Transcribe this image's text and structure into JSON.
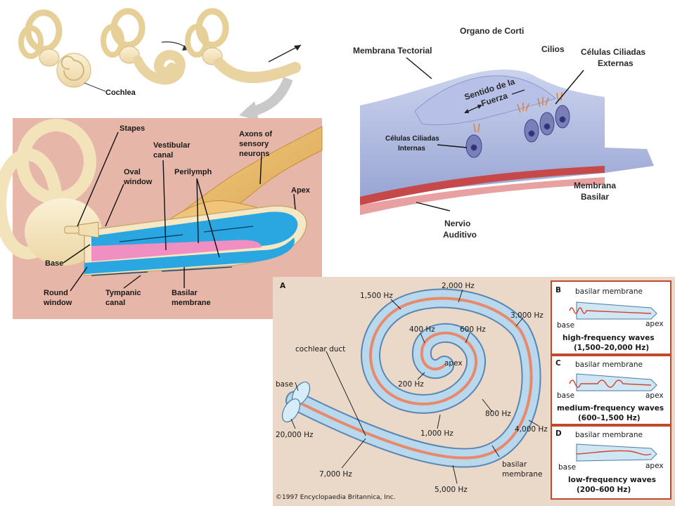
{
  "top_left": {
    "cochlea_label": "Cochlea"
  },
  "middle_left": {
    "stapes": "Stapes",
    "vestibular_canal": [
      "Vestibular",
      "canal"
    ],
    "axons": [
      "Axons of",
      "sensory",
      "neurons"
    ],
    "oval_window": [
      "Oval",
      "window"
    ],
    "perilymph": "Perilymph",
    "apex": "Apex",
    "base": "Base",
    "round_window": [
      "Round",
      "window"
    ],
    "tympanic_canal": [
      "Tympanic",
      "canal"
    ],
    "basilar_membrane": [
      "Basilar",
      "membrane"
    ],
    "colors": {
      "bg": "#e6b7a8",
      "canal_blue": "#2aa6e0",
      "canal_pink": "#ef8fc2",
      "bone": "#f4e6bf",
      "nerve": "#e8b968"
    }
  },
  "top_right": {
    "title": "Organo de Corti",
    "membrana_tectorial": "Membrana Tectorial",
    "cilios": "Cilios",
    "celulas_externas": [
      "Células Ciliadas",
      "Externas"
    ],
    "sentido": [
      "Sentido de la",
      "Fuerza"
    ],
    "celulas_internas": [
      "Células Ciliadas",
      "Internas"
    ],
    "membrana_basilar": [
      "Membrana",
      "Basilar"
    ],
    "nervio": [
      "Nervio",
      "Auditivo"
    ]
  },
  "bottom_right": {
    "panel_a": "A",
    "freqs": {
      "f2000": "2,000 Hz",
      "f1500": "1,500 Hz",
      "f3000": "3,000 Hz",
      "f400": "400 Hz",
      "f600": "600 Hz",
      "f200": "200 Hz",
      "f800": "800 Hz",
      "f1000": "1,000 Hz",
      "f4000": "4,000 Hz",
      "f20000": "20,000 Hz",
      "f7000": "7,000 Hz",
      "f5000": "5,000 Hz"
    },
    "apex": "apex",
    "cochlear_duct": "cochlear duct",
    "base": "base",
    "basilar_membrane": [
      "basilar",
      "membrane"
    ],
    "copyright": "©1997 Encyclopaedia Britannica, Inc.",
    "panels": [
      {
        "letter": "B",
        "membrane": "basilar membrane",
        "base": "base",
        "apex": "apex",
        "caption": [
          "high-frequency waves",
          "(1,500–20,000 Hz)"
        ]
      },
      {
        "letter": "C",
        "membrane": "basilar membrane",
        "base": "base",
        "apex": "apex",
        "caption": [
          "medium-frequency waves",
          "(600–1,500 Hz)"
        ]
      },
      {
        "letter": "D",
        "membrane": "basilar membrane",
        "base": "base",
        "apex": "apex",
        "caption": [
          "low-frequency waves",
          "(200–600 Hz)"
        ]
      }
    ]
  }
}
